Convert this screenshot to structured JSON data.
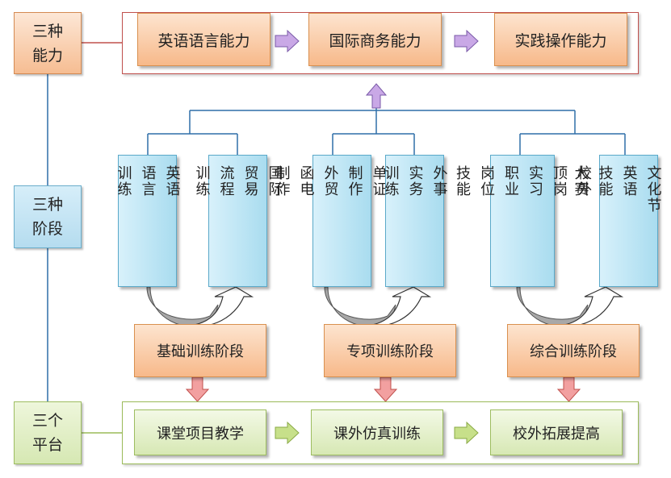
{
  "left_labels": {
    "abilities": "三种能力",
    "stages": "三种阶段",
    "platforms": "三个平台"
  },
  "abilities": [
    "英语语言能力",
    "国际商务能力",
    "实践操作能力"
  ],
  "skills": [
    {
      "columns": [
        "英语",
        "语言",
        "训练"
      ]
    },
    {
      "columns": [
        "国际",
        "贸易",
        "流程",
        "训练"
      ]
    },
    {
      "columns": [
        "外贸",
        "单证",
        "制作"
      ]
    },
    {
      "columns": [
        "外贸",
        "函电",
        "制作"
      ]
    },
    {
      "columns": [
        "外事",
        "实务",
        "训练"
      ]
    },
    {
      "columns": [
        "校外",
        "顶岗",
        "实习"
      ]
    },
    {
      "columns": [
        "职业",
        "岗位",
        "技能"
      ]
    },
    {
      "columns": [
        "英语",
        "文化节"
      ]
    },
    {
      "columns": [
        "英语",
        "技能",
        "大赛"
      ]
    }
  ],
  "stages": [
    "基础训练阶段",
    "专项训练阶段",
    "综合训练阶段"
  ],
  "platforms": [
    "课堂项目教学",
    "课外仿真训练",
    "校外拓展提高"
  ],
  "colors": {
    "orange_box": "#f7b98a",
    "blue_box": "#a9dcef",
    "green_box": "#d7e8b4",
    "connector": "#2f6fa8",
    "red_frame": "#c0504d",
    "green_frame": "#9bbb59",
    "purple_arrow": "#c9a8e6",
    "red_arrow": "#f2a0a0",
    "green_arrow": "#c7e08a"
  }
}
